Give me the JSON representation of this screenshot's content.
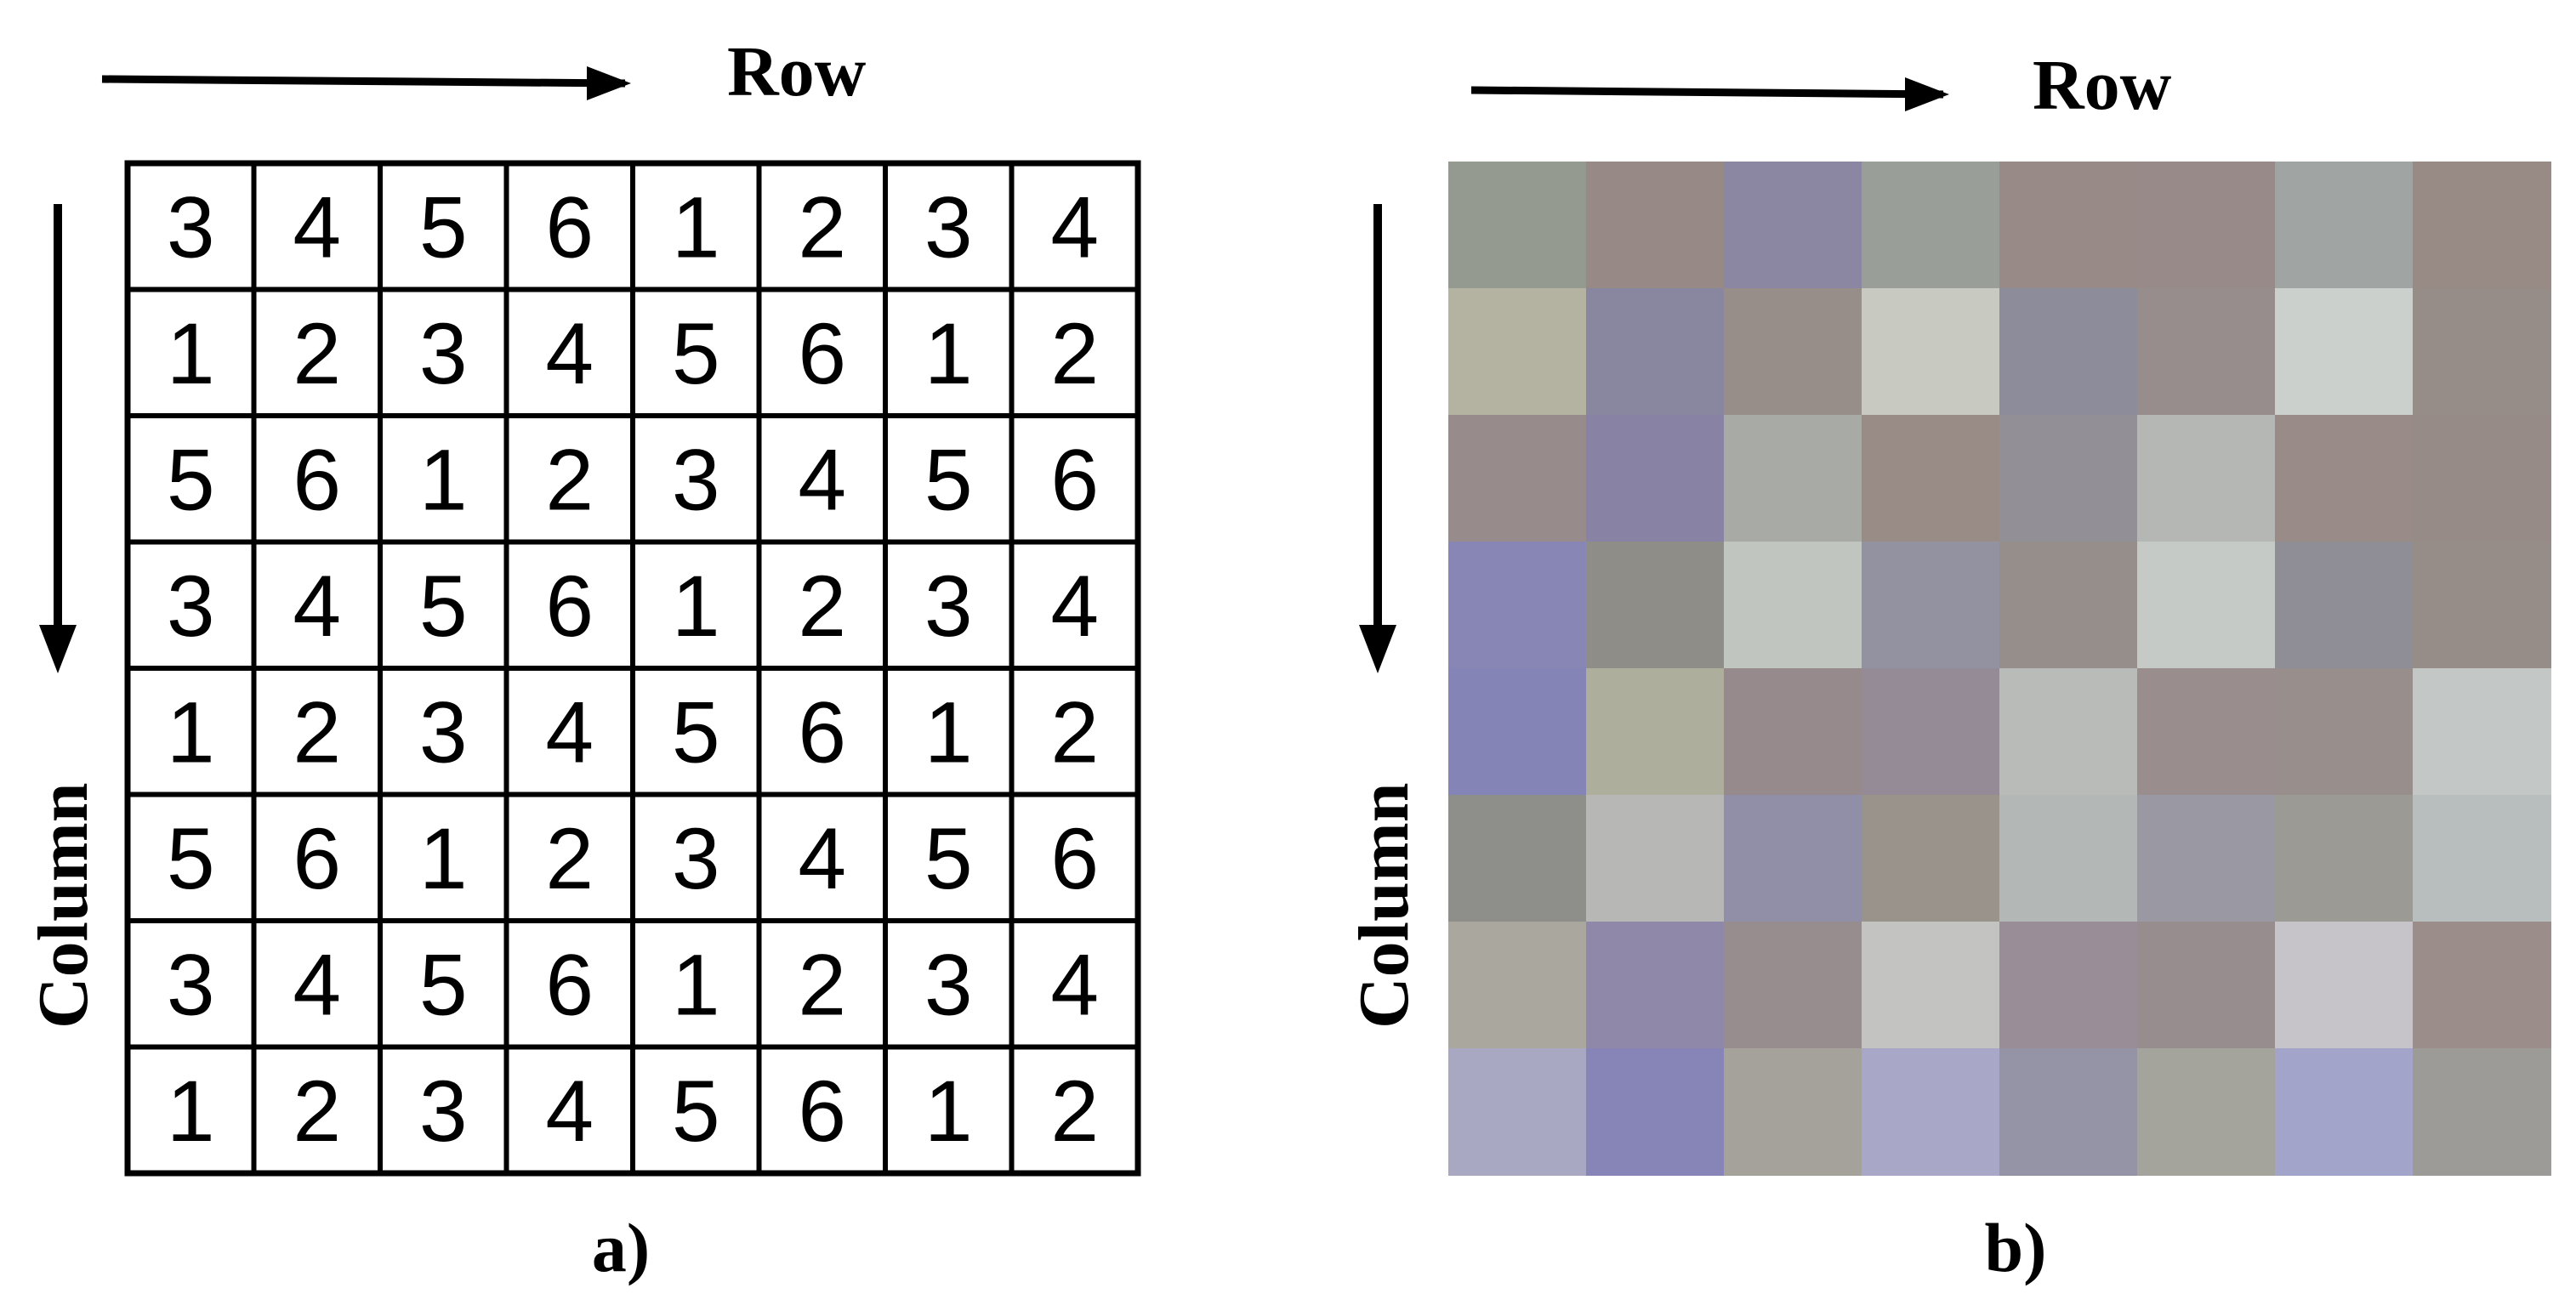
{
  "panel_a": {
    "row_label": "Row",
    "column_label": "Column",
    "caption": "a)",
    "grid": [
      [
        "3",
        "4",
        "5",
        "6",
        "1",
        "2",
        "3",
        "4"
      ],
      [
        "1",
        "2",
        "3",
        "4",
        "5",
        "6",
        "1",
        "2"
      ],
      [
        "5",
        "6",
        "1",
        "2",
        "3",
        "4",
        "5",
        "6"
      ],
      [
        "3",
        "4",
        "5",
        "6",
        "1",
        "2",
        "3",
        "4"
      ],
      [
        "1",
        "2",
        "3",
        "4",
        "5",
        "6",
        "1",
        "2"
      ],
      [
        "5",
        "6",
        "1",
        "2",
        "3",
        "4",
        "5",
        "6"
      ],
      [
        "3",
        "4",
        "5",
        "6",
        "1",
        "2",
        "3",
        "4"
      ],
      [
        "1",
        "2",
        "3",
        "4",
        "5",
        "6",
        "1",
        "2"
      ]
    ]
  },
  "panel_b": {
    "row_label": "Row",
    "column_label": "Column",
    "caption": "b)",
    "cell_colors": [
      [
        "#959a90",
        "#978a86",
        "#8b87a3",
        "#9a9e99",
        "#978a87",
        "#978a89",
        "#a0a5a3",
        "#988b86"
      ],
      [
        "#b4b3a2",
        "#8987a0",
        "#988e89",
        "#c8cac2",
        "#8d8c9b",
        "#978d8c",
        "#ccd0cc",
        "#978d88"
      ],
      [
        "#988b8c",
        "#8883a4",
        "#a8aaa5",
        "#998c86",
        "#929096",
        "#b5b7b5",
        "#998c88",
        "#978b87"
      ],
      [
        "#8786b4",
        "#8f8d87",
        "#c0c5c0",
        "#9392a0",
        "#968e8b",
        "#c5cac7",
        "#8f8e96",
        "#978d88"
      ],
      [
        "#8584b7",
        "#aeae9d",
        "#978a8c",
        "#958b96",
        "#b9bbb8",
        "#9a8d8d",
        "#988e8c",
        "#c3c7c5"
      ],
      [
        "#8e8e8b",
        "#b7b8b5",
        "#908fa7",
        "#99938b",
        "#b3b7b6",
        "#9a98a2",
        "#9b9a94",
        "#b8bdbe"
      ],
      [
        "#aaa79e",
        "#9088a8",
        "#978d8f",
        "#c3c3c2",
        "#998d97",
        "#978c8e",
        "#c6c4c9",
        "#9b8d89"
      ],
      [
        "#a8a8c2",
        "#8785b8",
        "#a4a29a",
        "#a8a7c7",
        "#9594a7",
        "#a5a49c",
        "#a3a4ca",
        "#9d9b98"
      ]
    ]
  }
}
